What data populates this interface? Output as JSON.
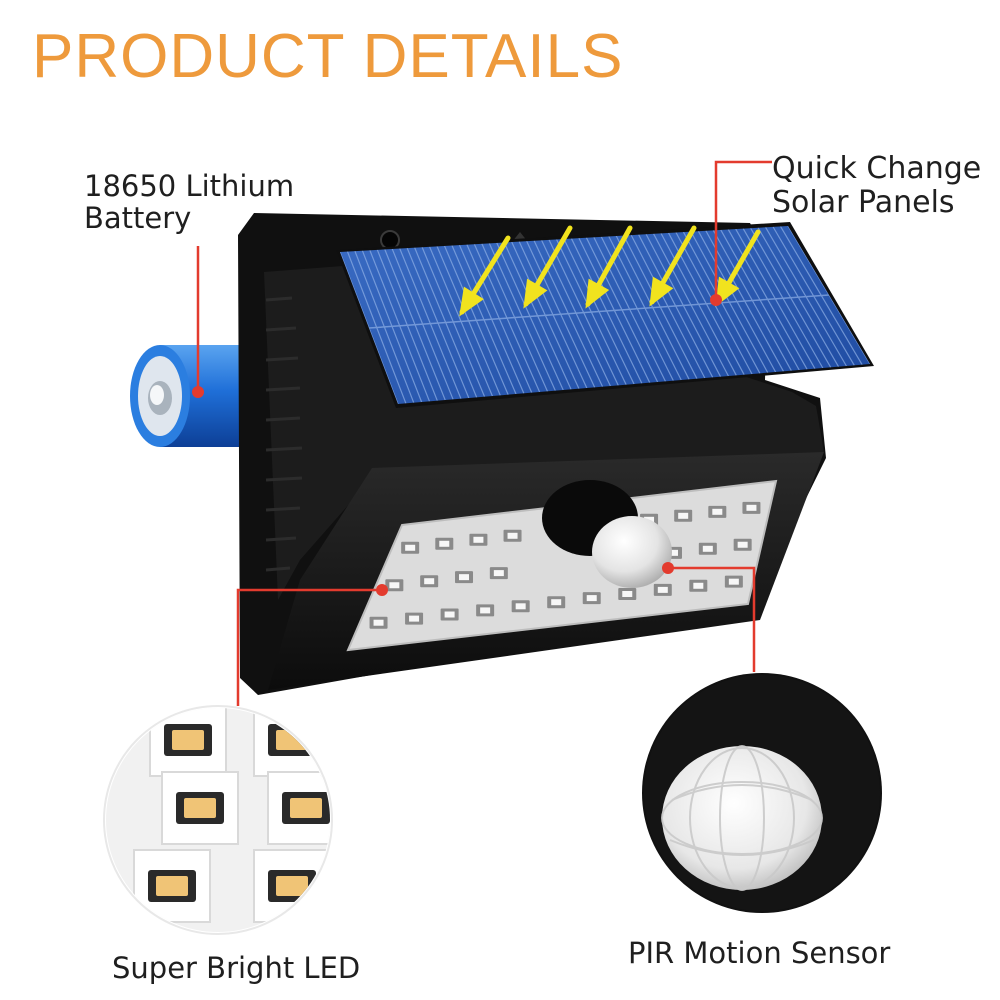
{
  "heading": {
    "text": "PRODUCT DETAILS",
    "color": "#ee9a3c"
  },
  "callouts": {
    "battery": {
      "line1": "18650 Lithium",
      "line2": "Battery"
    },
    "solar": {
      "line1": "Quick Change",
      "line2": "Solar Panels"
    },
    "led": {
      "text": "Super Bright LED"
    },
    "pir": {
      "text": "PIR Motion Sensor"
    }
  },
  "colors": {
    "callout_line": "#e33b2e",
    "arrows": "#f1e31e",
    "panel": "#2f5fb8",
    "housing": "#151515"
  }
}
